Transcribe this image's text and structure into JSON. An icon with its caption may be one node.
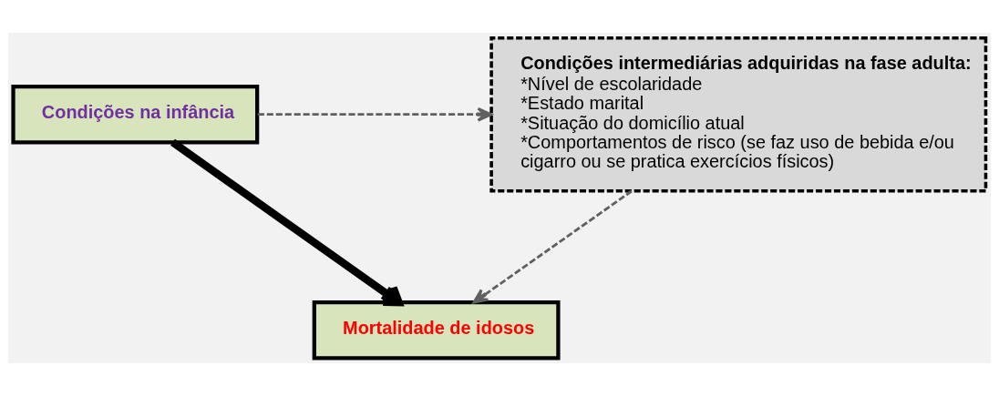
{
  "diagram": {
    "nodes": [
      {
        "text": [
          "Condições na infância"
        ]
      },
      {
        "text": [
          "Condições intermediárias adquiridas na fase adulta:",
          "*Nível de escolaridade",
          "*Estado marital",
          "*Situação do domicílio atual",
          "*Comportamentos de risco (se faz uso de bebida e/ou cigarro ou se pratica exercícios físicos)"
        ]
      },
      {
        "text": [
          "Mortalidade de idosos"
        ]
      }
    ],
    "edges": [
      {
        "from": 0,
        "to": 1,
        "arrow": "to",
        "style": "dashed"
      },
      {
        "from": 0,
        "to": 2,
        "arrow": "to",
        "style": "thick",
        "color": "#000000"
      },
      {
        "from": 1,
        "to": 2,
        "arrow": "to",
        "style": "dashed"
      }
    ]
  }
}
